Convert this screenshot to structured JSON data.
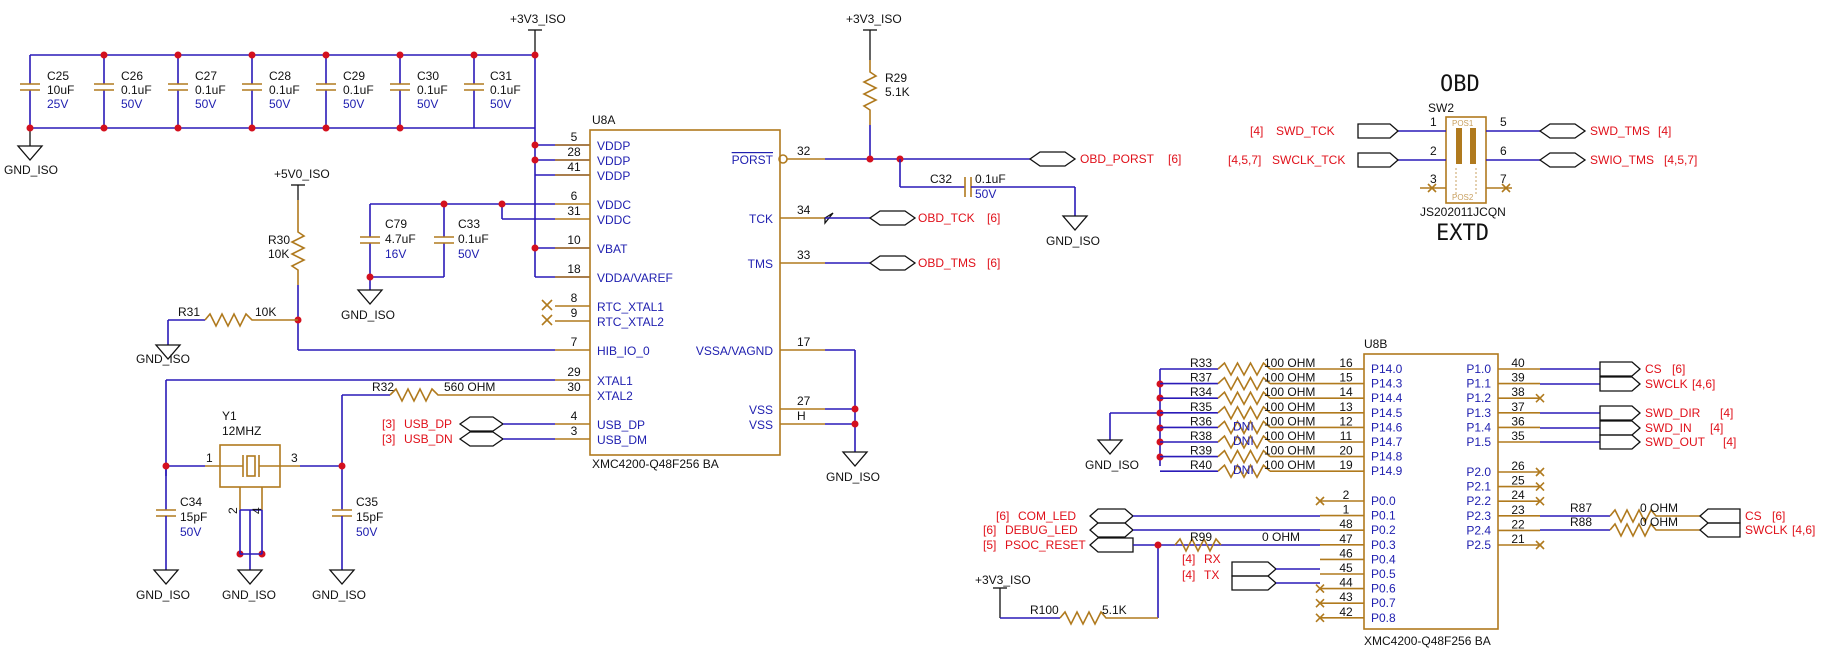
{
  "power": {
    "v33": "+3V3_ISO",
    "v5": "+5V0_ISO",
    "gnd": "GND_ISO"
  },
  "decoupling": [
    {
      "ref": "C25",
      "value": "10uF",
      "rating": "25V"
    },
    {
      "ref": "C26",
      "value": "0.1uF",
      "rating": "50V"
    },
    {
      "ref": "C27",
      "value": "0.1uF",
      "rating": "50V"
    },
    {
      "ref": "C28",
      "value": "0.1uF",
      "rating": "50V"
    },
    {
      "ref": "C29",
      "value": "0.1uF",
      "rating": "50V"
    },
    {
      "ref": "C30",
      "value": "0.1uF",
      "rating": "50V"
    },
    {
      "ref": "C31",
      "value": "0.1uF",
      "rating": "50V"
    }
  ],
  "u8a": {
    "ref": "U8A",
    "part": "XMC4200-Q48F256 BA",
    "left_pins": [
      {
        "num": "5",
        "name": "VDDP"
      },
      {
        "num": "28",
        "name": "VDDP"
      },
      {
        "num": "41",
        "name": "VDDP"
      },
      {
        "num": "6",
        "name": "VDDC"
      },
      {
        "num": "31",
        "name": "VDDC"
      },
      {
        "num": "10",
        "name": "VBAT"
      },
      {
        "num": "18",
        "name": "VDDA/VAREF"
      },
      {
        "num": "8",
        "name": "RTC_XTAL1"
      },
      {
        "num": "9",
        "name": "RTC_XTAL2"
      },
      {
        "num": "7",
        "name": "HIB_IO_0"
      },
      {
        "num": "29",
        "name": "XTAL1"
      },
      {
        "num": "30",
        "name": "XTAL2"
      },
      {
        "num": "4",
        "name": "USB_DP"
      },
      {
        "num": "3",
        "name": "USB_DM"
      }
    ],
    "right_pins": [
      {
        "num": "32",
        "name": "PORST"
      },
      {
        "num": "34",
        "name": "TCK"
      },
      {
        "num": "33",
        "name": "TMS"
      },
      {
        "num": "17",
        "name": "VSSA/VAGND"
      },
      {
        "num": "27",
        "name": "VSS"
      },
      {
        "num": "H",
        "name": "VSS"
      }
    ]
  },
  "core_caps": [
    {
      "ref": "C79",
      "value": "4.7uF",
      "rating": "16V"
    },
    {
      "ref": "C33",
      "value": "0.1uF",
      "rating": "50V"
    }
  ],
  "hib": {
    "r30": "R30",
    "r30v": "10K",
    "r31": "R31",
    "r31v": "10K"
  },
  "crystal": {
    "ref": "Y1",
    "value": "12MHZ",
    "p1": "1",
    "p2": "2",
    "p3": "3",
    "p4": "4",
    "r32": "R32",
    "r32v": "560 OHM",
    "c34": "C34",
    "c34v": "15pF",
    "c34r": "50V",
    "c35": "C35",
    "c35v": "15pF",
    "c35r": "50V"
  },
  "usb": [
    {
      "sheet": "[3]",
      "net": "USB_DP"
    },
    {
      "sheet": "[3]",
      "net": "USB_DN"
    }
  ],
  "reset": {
    "r29": "R29",
    "r29v": "5.1K",
    "c32": "C32",
    "c32v": "0.1uF",
    "c32r": "50V"
  },
  "obd_nets": [
    {
      "net": "OBD_PORST",
      "sheet": "[6]"
    },
    {
      "net": "OBD_TCK",
      "sheet": "[6]"
    },
    {
      "net": "OBD_TMS",
      "sheet": "[6]"
    }
  ],
  "sw2": {
    "ref": "SW2",
    "part": "JS202011JCQN",
    "top": "OBD",
    "bottom": "EXTD",
    "pos1": "POS1",
    "pos2": "POS2",
    "left": [
      {
        "pin": "1",
        "net": "SWD_TCK",
        "sheet": "[4]"
      },
      {
        "pin": "2",
        "net": "SWCLK_TCK",
        "sheet": "[4,5,7]"
      },
      {
        "pin": "3"
      }
    ],
    "right": [
      {
        "pin": "5",
        "net": "SWD_TMS",
        "sheet": "[4]"
      },
      {
        "pin": "6",
        "net": "SWIO_TMS",
        "sheet": "[4,5,7]"
      },
      {
        "pin": "7"
      }
    ]
  },
  "u8b": {
    "ref": "U8B",
    "part": "XMC4200-Q48F256 BA",
    "p14": [
      {
        "r": "R33",
        "v": "100 OHM",
        "pin": "16",
        "port": "P14.0",
        "dni": ""
      },
      {
        "r": "R37",
        "v": "100 OHM",
        "pin": "15",
        "port": "P14.3",
        "dni": ""
      },
      {
        "r": "R34",
        "v": "100 OHM",
        "pin": "14",
        "port": "P14.4",
        "dni": ""
      },
      {
        "r": "R35",
        "v": "100 OHM",
        "pin": "13",
        "port": "P14.5",
        "dni": ""
      },
      {
        "r": "R36",
        "v": "100 OHM",
        "pin": "12",
        "port": "P14.6",
        "dni": "DNI"
      },
      {
        "r": "R38",
        "v": "100 OHM",
        "pin": "11",
        "port": "P14.7",
        "dni": "DNI"
      },
      {
        "r": "R39",
        "v": "100 OHM",
        "pin": "20",
        "port": "P14.8",
        "dni": ""
      },
      {
        "r": "R40",
        "v": "100 OHM",
        "pin": "19",
        "port": "P14.9",
        "dni": "DNI"
      }
    ],
    "p0": [
      {
        "pin": "2",
        "port": "P0.0"
      },
      {
        "pin": "1",
        "port": "P0.1"
      },
      {
        "pin": "48",
        "port": "P0.2"
      },
      {
        "pin": "47",
        "port": "P0.3"
      },
      {
        "pin": "46",
        "port": "P0.4"
      },
      {
        "pin": "45",
        "port": "P0.5"
      },
      {
        "pin": "44",
        "port": "P0.6"
      },
      {
        "pin": "43",
        "port": "P0.7"
      },
      {
        "pin": "42",
        "port": "P0.8"
      }
    ],
    "p1": [
      {
        "pin": "40",
        "port": "P1.0"
      },
      {
        "pin": "39",
        "port": "P1.1"
      },
      {
        "pin": "38",
        "port": "P1.2"
      },
      {
        "pin": "37",
        "port": "P1.3"
      },
      {
        "pin": "36",
        "port": "P1.4"
      },
      {
        "pin": "35",
        "port": "P1.5"
      }
    ],
    "p2": [
      {
        "pin": "26",
        "port": "P2.0"
      },
      {
        "pin": "25",
        "port": "P2.1"
      },
      {
        "pin": "24",
        "port": "P2.2"
      },
      {
        "pin": "23",
        "port": "P2.3"
      },
      {
        "pin": "22",
        "port": "P2.4"
      },
      {
        "pin": "21",
        "port": "P2.5"
      }
    ]
  },
  "p1_nets": [
    {
      "net": "CS",
      "sheet": "[6]"
    },
    {
      "net": "SWCLK",
      "sheet": "[4,6]"
    },
    {
      "net": "SWD_DIR",
      "sheet": "[4]"
    },
    {
      "net": "SWD_IN",
      "sheet": "[4]"
    },
    {
      "net": "SWD_OUT",
      "sheet": "[4]"
    }
  ],
  "p2_nets": [
    {
      "r": "R87",
      "v": "0 OHM",
      "net": "CS",
      "sheet": "[6]"
    },
    {
      "r": "R88",
      "v": "0 OHM",
      "net": "SWCLK",
      "sheet": "[4,6]"
    }
  ],
  "p0_nets": [
    {
      "net": "COM_LED",
      "sheet": "[6]"
    },
    {
      "net": "DEBUG_LED",
      "sheet": "[6]"
    },
    {
      "net": "PSOC_RESET",
      "sheet": "[5]"
    },
    {
      "net": "RX",
      "sheet": "[4]"
    },
    {
      "net": "TX",
      "sheet": "[4]"
    }
  ],
  "p0_res": {
    "r99": "R99",
    "r99v": "0 OHM",
    "r100": "R100",
    "r100v": "5.1K"
  }
}
